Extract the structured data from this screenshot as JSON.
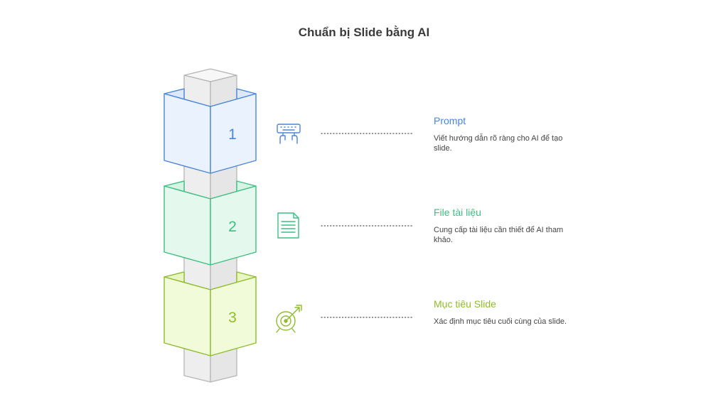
{
  "title": "Chuẩn bị Slide bằng AI",
  "colors": {
    "pillar_fill": "#f0f0f0",
    "pillar_stroke": "#b5b5b5",
    "step1": "#4a86d9",
    "step1_fill": "#eaf2fd",
    "step2": "#3dbf82",
    "step2_fill": "#e4f8ee",
    "step3": "#8fbc2c",
    "step3_fill": "#f2fbd9"
  },
  "steps": [
    {
      "number": "1",
      "title": "Prompt",
      "description": "Viết hướng dẫn rõ ràng cho AI để tạo slide.",
      "icon": "keyboard-icon"
    },
    {
      "number": "2",
      "title": "File tài liệu",
      "description": "Cung cấp tài liệu cần thiết để AI tham khảo.",
      "icon": "document-icon"
    },
    {
      "number": "3",
      "title": "Mục tiêu Slide",
      "description": "Xác định mục tiêu cuối cùng của slide.",
      "icon": "target-icon"
    }
  ]
}
